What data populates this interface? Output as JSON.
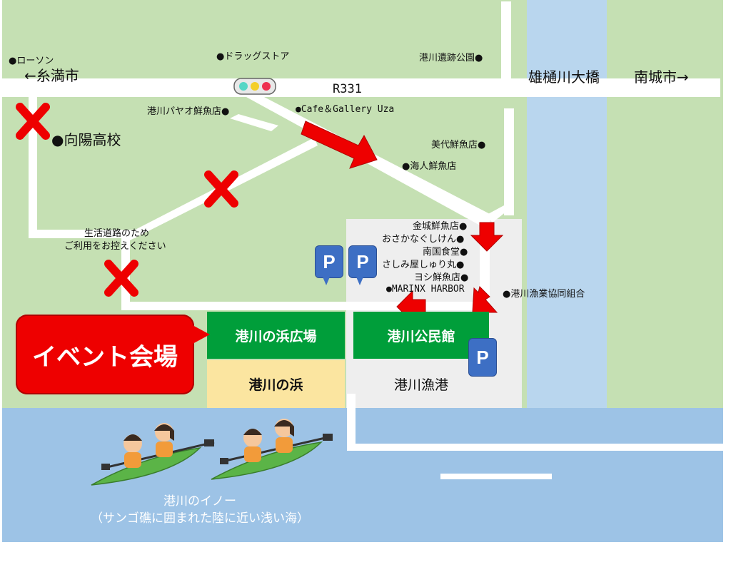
{
  "colors": {
    "land": "#c5e0b3",
    "road": "#ffffff",
    "river": "#b9d6ee",
    "sea": "#9dc3e6",
    "venue_green": "#009e3a",
    "beach": "#fbe5a0",
    "harbor": "#eeeeee",
    "arrow_red": "#ee0000",
    "parking_blue": "#3d6fc4"
  },
  "labels": {
    "lawson": "●ローソン",
    "itoman": "←糸満市",
    "drugstore": "●ドラッグストア",
    "minatogawa_iseki": "港川遺跡公園●",
    "ohi_bridge": "雄樋川大橋",
    "nanjo": "南城市→",
    "route": "R331",
    "payao": "港川パヤオ鮮魚店●",
    "cafe": "●Cafe＆Gallery Uza",
    "koyo": "●向陽高校",
    "miyo": "美代鮮魚店●",
    "kaijin": "●海人鮮魚店",
    "kinjo": "金城鮮魚店●",
    "osakana": "おさかなぐしけん●",
    "nangoku": "南国食堂●",
    "sashimi": "さしみ屋しゅり丸●",
    "yoshi": "ヨシ鮮魚店●",
    "marinx": "●MARINX HARBOR",
    "gyokyo": "●港川漁業協同組合",
    "life_road_1": "生活道路のため",
    "life_road_2": "ご利用をお控えください"
  },
  "zones": {
    "hama_hiroba": "港川の浜広場",
    "kominkan": "港川公民館",
    "hama": "港川の浜",
    "gyoko": "港川漁港"
  },
  "event_callout": "イベント会場",
  "parking_label": "P",
  "sea_caption": {
    "line1": "港川のイノー",
    "line2": "（サンゴ礁に囲まれた陸に近い浅い海）"
  },
  "icons": [
    "traffic-light-icon",
    "no-entry-x-icon",
    "direction-arrow-icon",
    "parking-icon",
    "kayak-icon"
  ]
}
